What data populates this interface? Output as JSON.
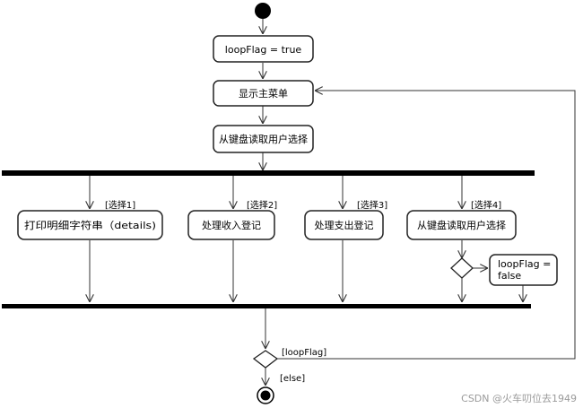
{
  "nodes": {
    "loop_init": "loopFlag = true",
    "show_menu": "显示主菜单",
    "read_choice": "从键盘读取用户选择",
    "branch_details": "打印明细字符串（details)",
    "branch_income": "处理收入登记",
    "branch_expense": "处理支出登记",
    "branch_exit": "从键盘读取用户选择",
    "set_false_line1": "loopFlag =",
    "set_false_line2": "false"
  },
  "guards": {
    "choice1": "[选择1]",
    "choice2": "[选择2]",
    "choice3": "[选择3]",
    "choice4": "[选择4]",
    "loop": "[loopFlag]",
    "else": "[else]"
  },
  "watermark": "CSDN @火车叨位去1949"
}
